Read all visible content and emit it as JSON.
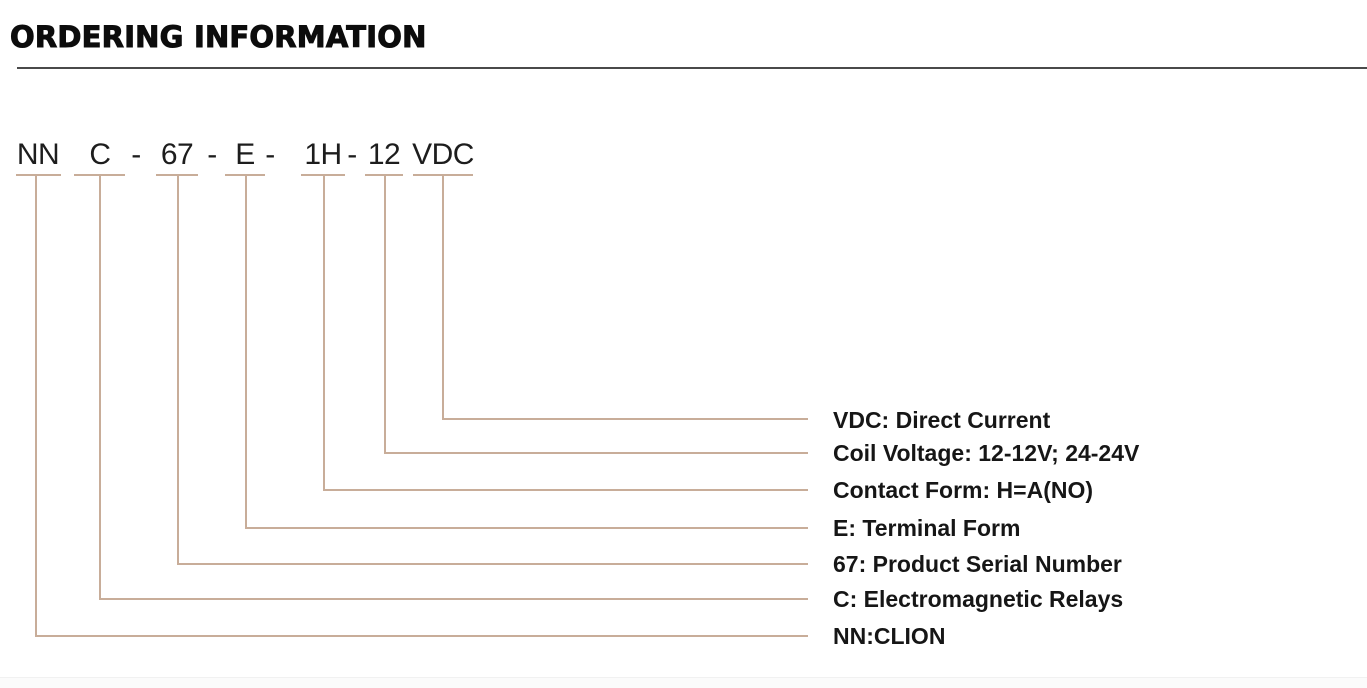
{
  "title": "ORDERING INFORMATION",
  "part_code": {
    "display": "NN C - 67 - E - 1H - 12 VDC",
    "separator": "-",
    "segments": [
      "NN",
      "C",
      "67",
      "E",
      "1H",
      "12",
      "VDC"
    ]
  },
  "legend": [
    {
      "text": "VDC: Direct Current"
    },
    {
      "text": "Coil Voltage: 12-12V; 24-24V"
    },
    {
      "text": "Contact Form: H=A(NO)"
    },
    {
      "text": "E: Terminal Form"
    },
    {
      "text": "67: Product Serial Number"
    },
    {
      "text": "C: Electromagnetic Relays"
    },
    {
      "text": "NN:CLION"
    }
  ],
  "colors": {
    "connector_line": "#c8ad99",
    "title_rule": "#4a4a4a",
    "title_text": "#0c0c0c",
    "body_text": "#161616"
  }
}
